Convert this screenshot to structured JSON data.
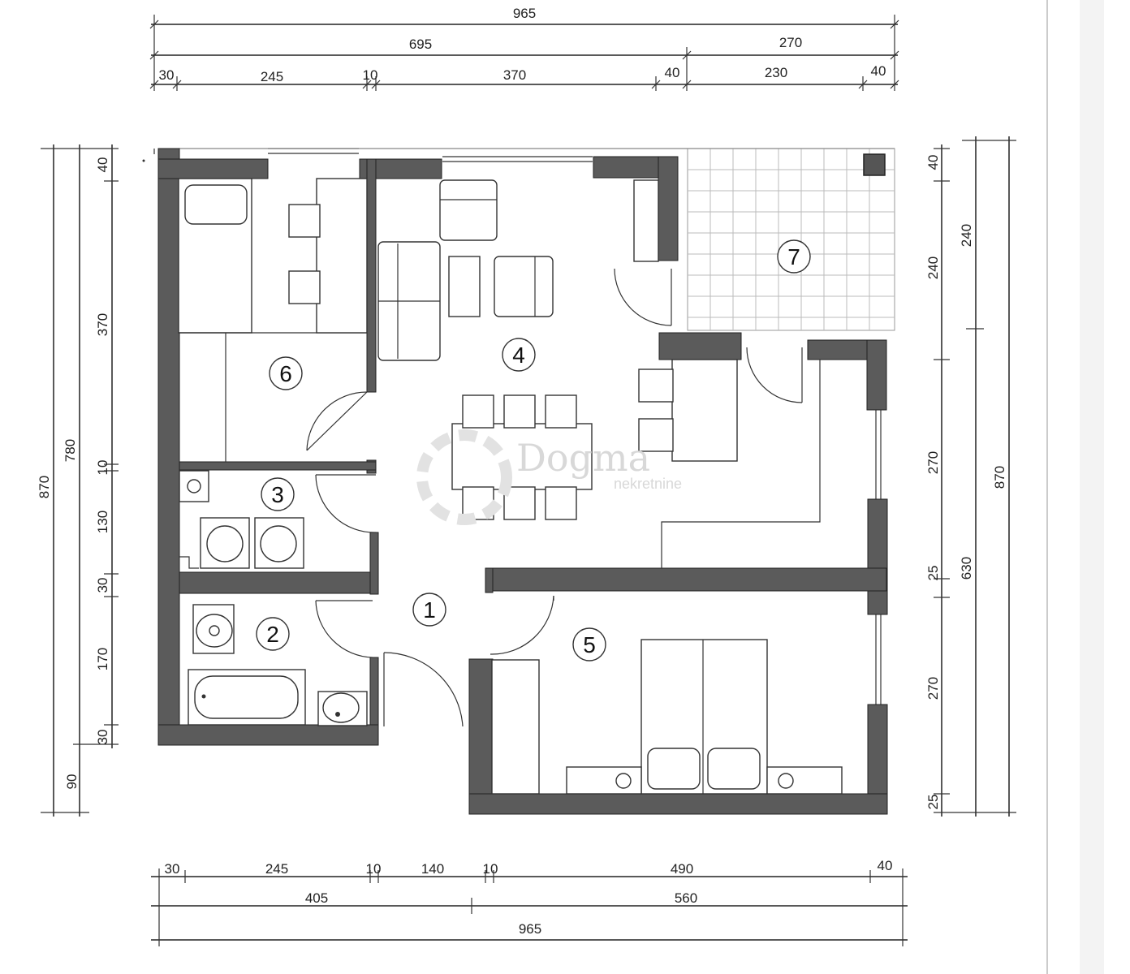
{
  "dims": {
    "top_total": "965",
    "top_left": "695",
    "top_right": "270",
    "top_segments": [
      "30",
      "245",
      "10",
      "370",
      "40",
      "230",
      "40"
    ],
    "left_total": "870",
    "left_sub": "780",
    "left_sub_bottom": "90",
    "left_segments": [
      "40",
      "370",
      "10",
      "130",
      "30",
      "170",
      "30"
    ],
    "right_inner_segments": [
      "40",
      "240",
      "270",
      "25",
      "270",
      "25"
    ],
    "right_mid_a": "240",
    "right_mid_b": "630",
    "right_total": "870",
    "bottom_segments": [
      "30",
      "245",
      "10",
      "140",
      "10",
      "490",
      "40"
    ],
    "bottom_left": "405",
    "bottom_right": "560",
    "bottom_total": "965"
  },
  "rooms": [
    "1",
    "2",
    "3",
    "4",
    "5",
    "6",
    "7"
  ],
  "watermark": {
    "brand": "Dogma",
    "sub": "nekretnine"
  },
  "colors": {
    "wall": "#5b5b5b",
    "line": "#222222",
    "watermark": "#d8d8d8"
  }
}
